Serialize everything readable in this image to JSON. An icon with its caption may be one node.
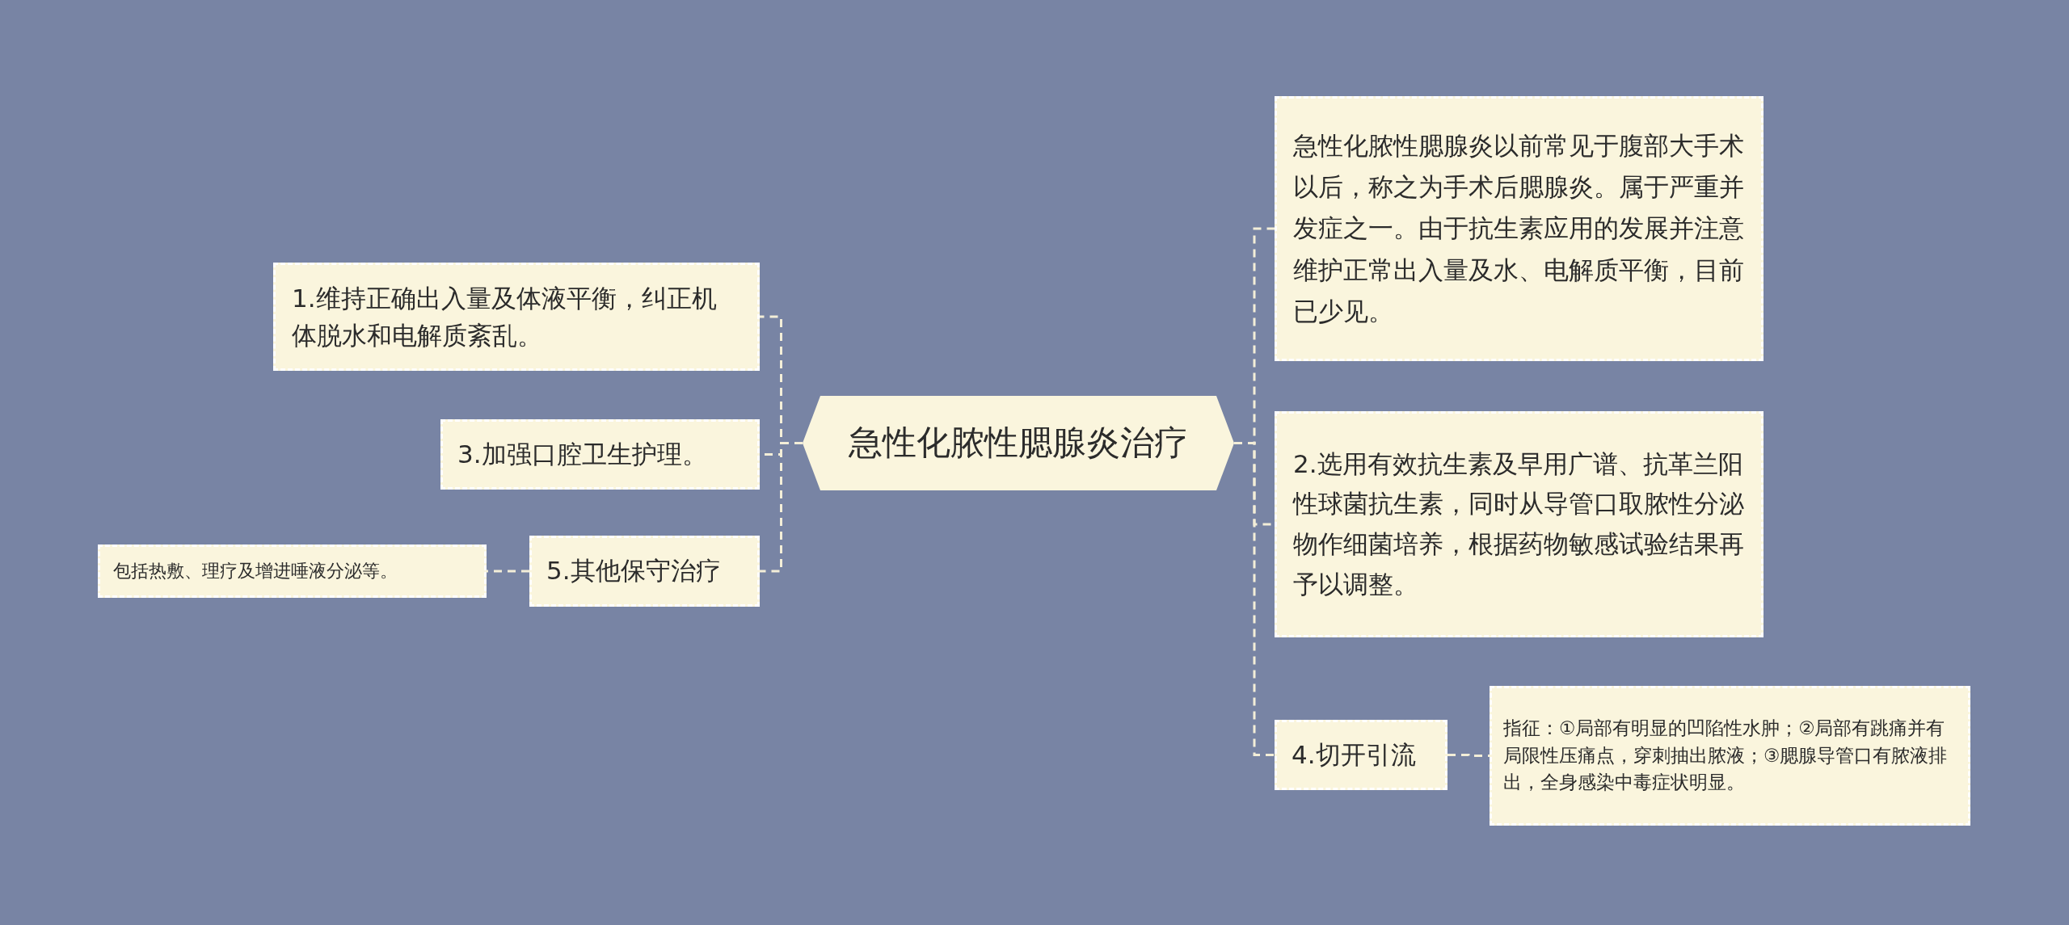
{
  "diagram": {
    "nodes": [
      {
        "text": [
          "急性化脓性腮腺炎治疗"
        ]
      },
      {
        "text": [
          "1.维持正确出入量及体液平衡，纠正机体脱水和电解质紊乱。"
        ]
      },
      {
        "text": [
          "3.加强口腔卫生护理。"
        ]
      },
      {
        "text": [
          "5.其他保守治疗"
        ]
      },
      {
        "text": [
          "包括热敷、理疗及增进唾液分泌等。"
        ]
      },
      {
        "text": [
          "急性化脓性腮腺炎以前常见于腹部大手术以后，称之为手术后腮腺炎。属于严重并发症之一。由于抗生素应用的发展并注意维护正常出入量及水、电解质平衡，目前已少见。"
        ]
      },
      {
        "text": [
          "2.选用有效抗生素及早用广谱、抗革兰阳性球菌抗生素，同时从导管口取脓性分泌物作细菌培养，根据药物敏感试验结果再予以调整。"
        ]
      },
      {
        "text": [
          "4.切开引流"
        ]
      },
      {
        "text": [
          "指征：①局部有明显的凹陷性水肿；②局部有跳痛并有局限性压痛点，穿刺抽出脓液；③腮腺导管口有脓液排出，全身感染中毒症状明显。"
        ]
      }
    ],
    "edges": [
      {
        "from": 0,
        "to": 1,
        "arrow": "none",
        "style": "dashed"
      },
      {
        "from": 0,
        "to": 2,
        "arrow": "none",
        "style": "dashed"
      },
      {
        "from": 0,
        "to": 3,
        "arrow": "none",
        "style": "dashed"
      },
      {
        "from": 3,
        "to": 4,
        "arrow": "none",
        "style": "dashed"
      },
      {
        "from": 0,
        "to": 5,
        "arrow": "none",
        "style": "dashed"
      },
      {
        "from": 0,
        "to": 6,
        "arrow": "none",
        "style": "dashed"
      },
      {
        "from": 0,
        "to": 7,
        "arrow": "none",
        "style": "dashed"
      },
      {
        "from": 7,
        "to": 8,
        "arrow": "none",
        "style": "dashed"
      }
    ]
  }
}
